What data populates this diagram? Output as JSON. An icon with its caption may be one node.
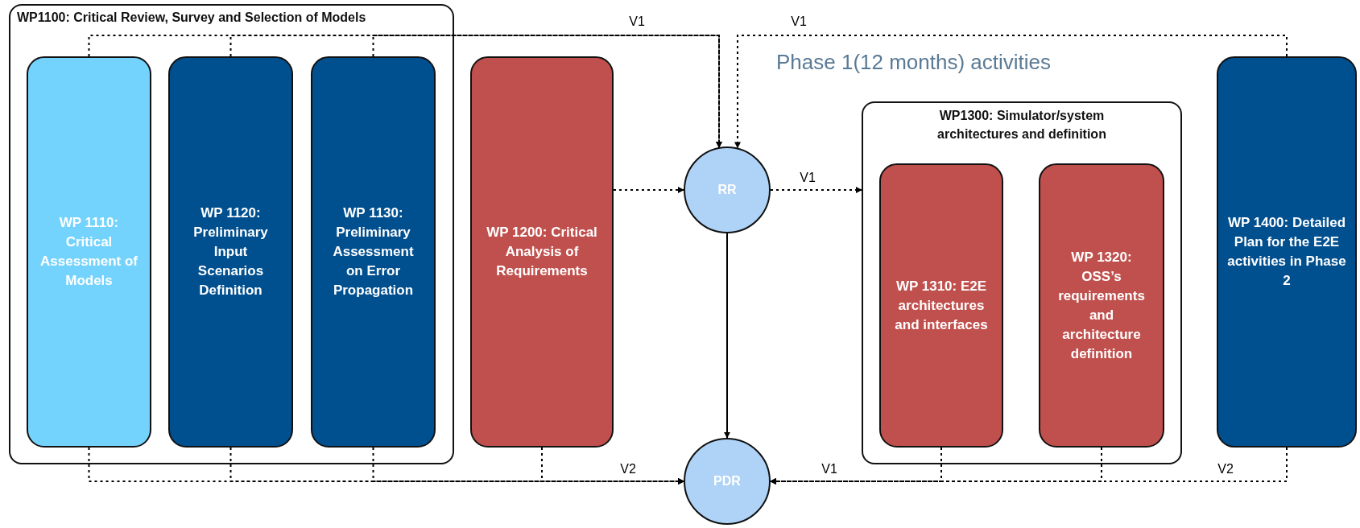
{
  "diagram": {
    "nodes": [
      {
        "text": [
          "WP1100: Critical Review, Survey and Selection of Models"
        ]
      },
      {
        "text": [
          "WP 1110: Critical Assessment of Models"
        ],
        "in": 0
      },
      {
        "text": [
          "WP 1120: Preliminary Input Scenarios Definition"
        ],
        "in": 0
      },
      {
        "text": [
          "WP 1130: Preliminary Assessment on Error Propagation"
        ],
        "in": 0
      },
      {
        "text": [
          "WP 1200: Critical Analysis of Requirements"
        ]
      },
      {
        "text": [
          "RR"
        ]
      },
      {
        "text": [
          "WP1300: Simulator/system architectures and definition"
        ]
      },
      {
        "text": [
          "WP 1310: E2E architectures and interfaces"
        ],
        "in": 6
      },
      {
        "text": [
          "WP 1320: OSS’s requirements and architecture definition"
        ],
        "in": 6
      },
      {
        "text": [
          "WP 1400: Detailed Plan for the E2E activities in Phase 2"
        ]
      },
      {
        "text": [
          "PDR"
        ]
      }
    ],
    "edges": [
      {
        "from": 1,
        "to": 5,
        "arrow": "to",
        "style": "dashed"
      },
      {
        "from": 2,
        "to": 5,
        "arrow": "to",
        "style": "dashed"
      },
      {
        "from": 3,
        "to": 5,
        "arrow": "to",
        "style": "dashed",
        "label": "V1"
      },
      {
        "from": 9,
        "to": 5,
        "arrow": "to",
        "style": "dashed",
        "label": "V1"
      },
      {
        "from": 4,
        "to": 5,
        "arrow": "to",
        "style": "dashed"
      },
      {
        "from": 5,
        "to": 6,
        "arrow": "to",
        "style": "dashed",
        "label": "V1"
      },
      {
        "from": 5,
        "to": 10,
        "arrow": "to"
      },
      {
        "from": 1,
        "to": 10,
        "arrow": "to",
        "style": "dashed"
      },
      {
        "from": 2,
        "to": 10,
        "arrow": "to",
        "style": "dashed"
      },
      {
        "from": 3,
        "to": 10,
        "arrow": "to",
        "style": "dashed"
      },
      {
        "from": 4,
        "to": 10,
        "arrow": "to",
        "style": "dashed",
        "label": "V2"
      },
      {
        "from": 7,
        "to": 10,
        "arrow": "to",
        "style": "dashed",
        "label": "V1"
      },
      {
        "from": 8,
        "to": 10,
        "arrow": "to",
        "style": "dashed"
      },
      {
        "from": 9,
        "to": 10,
        "arrow": "to",
        "style": "dashed",
        "label": "V2"
      }
    ],
    "labels": [
      "Phase 1(12 months) activities"
    ]
  }
}
